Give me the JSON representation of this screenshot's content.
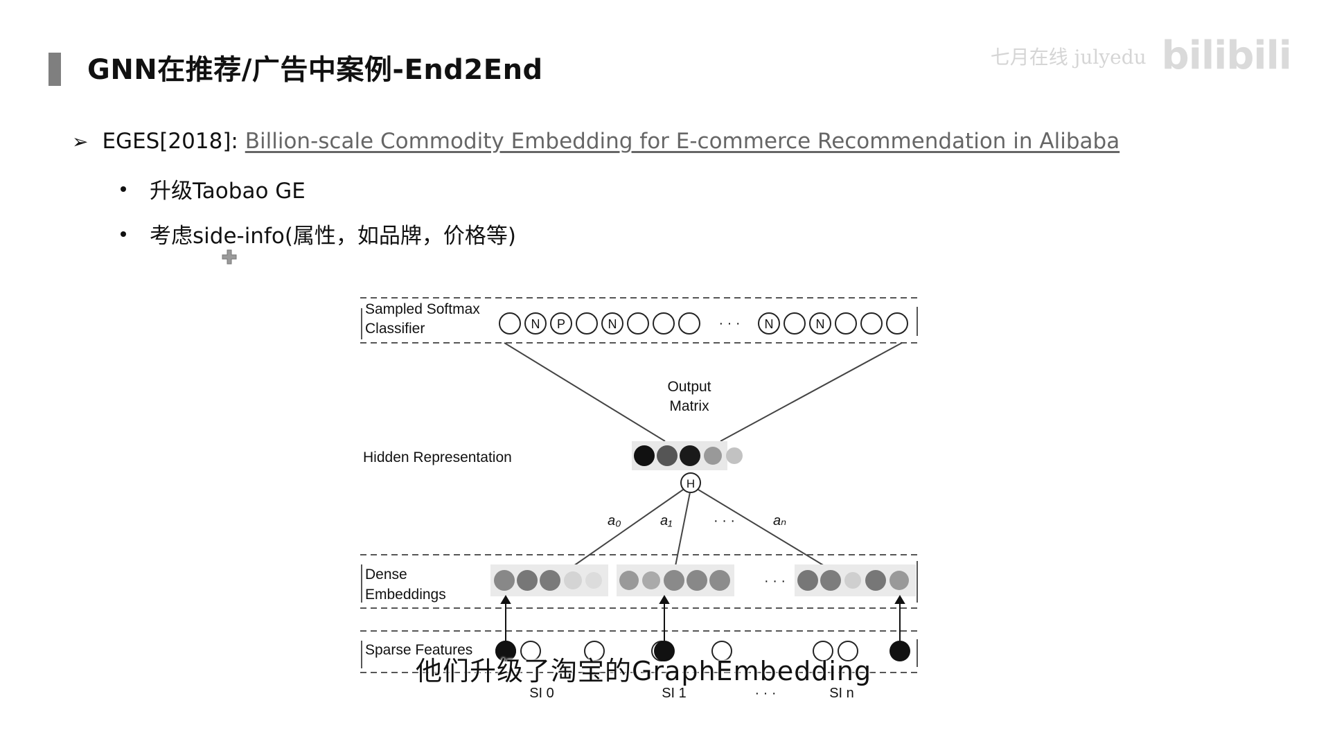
{
  "slide": {
    "title": "GNN在推荐/广告中案例-End2End",
    "watermark_handle": "七月在线 julyedu",
    "watermark_logo": "bilibili"
  },
  "content": {
    "item_label": "EGES[2018]: ",
    "item_link": "Billion-scale Commodity Embedding for E-commerce Recommendation in Alibaba",
    "bullets": [
      "升级Taobao GE",
      "考虑side-info(属性，如品牌，价格等)"
    ]
  },
  "figure": {
    "row_classifier_line1": "Sampled Softmax",
    "row_classifier_line2": "Classifier",
    "node_N": "N",
    "node_P": "P",
    "ellipsis": "· · ·",
    "output_line1": "Output",
    "output_line2": "Matrix",
    "hidden_label": "Hidden Representation",
    "H": "H",
    "a0": "a₀",
    "a1": "a₁",
    "an": "aₙ",
    "dense_line1": "Dense",
    "dense_line2": "Embeddings",
    "sparse_label": "Sparse Features",
    "si0": "SI 0",
    "si1": "SI 1",
    "sin": "SI n"
  },
  "subtitle": "他们升级了淘宝的GraphEmbedding",
  "colors": {
    "title_bar": "#7f7f7f",
    "link": "#666666",
    "watermark": "#c2c2c2"
  }
}
